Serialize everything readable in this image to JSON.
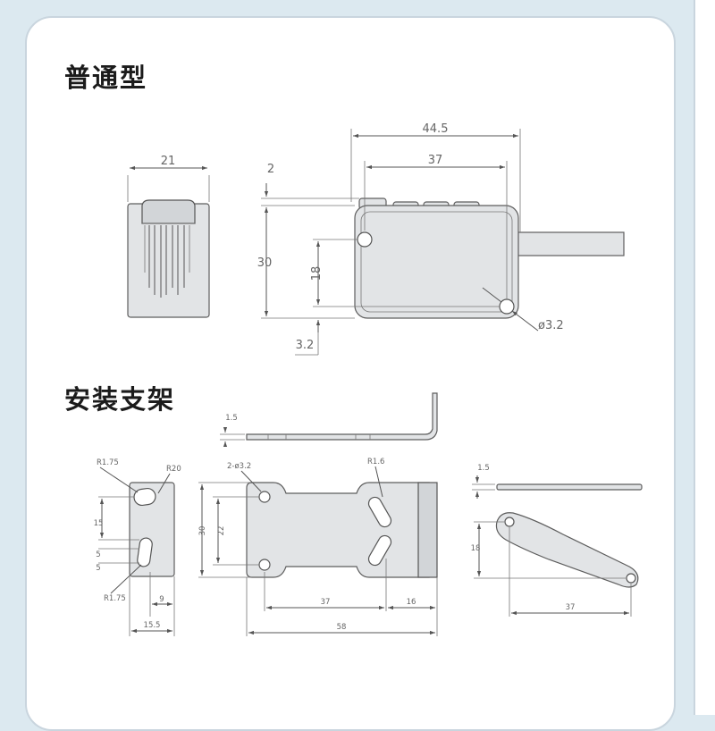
{
  "sections": {
    "standard_title": "普通型",
    "bracket_title": "安装支架"
  },
  "sensor_dims": {
    "width_side": "21",
    "overall_length": "44.5",
    "body_length": "37",
    "top_step": "2",
    "height": "30",
    "hole_pitch_v": "18",
    "bottom_offset": "3.2",
    "hole_dia": "ø3.2"
  },
  "bracket_dims": {
    "thickness_top": "1.5",
    "r_small": "R1.75",
    "r_big": "R20",
    "slot_pitch": "15",
    "slot_a": "5",
    "slot_b": "5",
    "r_small_2": "R1.75",
    "offset_9": "9",
    "width_15_5": "15.5",
    "holes_label": "2-ø3.2",
    "slot_radius": "R1.6",
    "height_30": "30",
    "height_22": "22",
    "pitch_37": "37",
    "tab_16": "16",
    "length_58": "58",
    "thickness_right": "1.5",
    "rise_18": "18",
    "span_37": "37"
  },
  "colors": {
    "background": "#dce9f0",
    "card": "#ffffff",
    "line": "#555555",
    "part_fill": "#e2e4e6"
  }
}
